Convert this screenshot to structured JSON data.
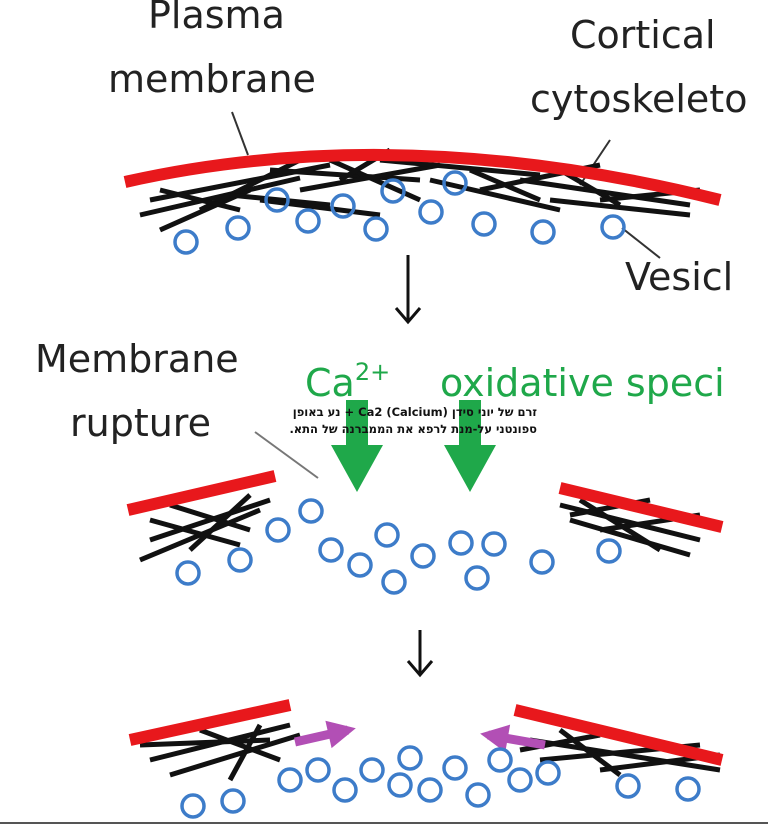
{
  "labels": {
    "plasma_membrane_1": "Plasma",
    "plasma_membrane_2": "membrane",
    "cortical_1": "Cortical",
    "cortical_2": "cytoskeleto",
    "vesicle": "Vesicl",
    "rupture_1": "Membrane",
    "rupture_2": "rupture",
    "calcium": "Ca",
    "calcium_sup": "2+",
    "oxidative": "oxidative speci"
  },
  "annotation": {
    "hebrew_text": "זרם של יוני סידן (Calcium) Ca2 + נע באופן ספונטני על-מנת לרפא את הממברנה של התא."
  },
  "colors": {
    "membrane": "#e8181c",
    "cytoskeleton": "#111111",
    "vesicle": "#3d7cc9",
    "ion_arrow": "#1fa84a",
    "repair_arrow": "#b24fb5",
    "flow_arrow": "#111111"
  }
}
